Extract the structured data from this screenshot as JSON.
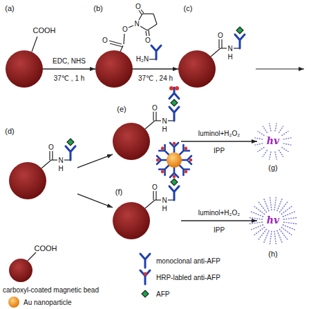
{
  "diagram": {
    "nodes": [
      {
        "text": [
          "(a)",
          "COOH"
        ]
      },
      {
        "text": [
          "(b)"
        ]
      },
      {
        "text": [
          "(c)"
        ]
      },
      {
        "text": [
          "(d)"
        ]
      },
      {
        "text": [
          "(e)"
        ]
      },
      {
        "text": [
          "(f)"
        ]
      },
      {
        "text": [
          "hv",
          "(g)"
        ]
      },
      {
        "text": [
          "hv",
          "(h)"
        ]
      }
    ],
    "edges": [
      {
        "from": 0,
        "to": 1,
        "arrow": "to",
        "label": "EDC, NHS"
      },
      {
        "from": 1,
        "to": 2,
        "arrow": "to",
        "label": "37℃ , 24 h"
      },
      {
        "from": 3,
        "to": 4,
        "arrow": "to"
      },
      {
        "from": 3,
        "to": 5,
        "arrow": "to"
      },
      {
        "from": 4,
        "to": 6,
        "arrow": "to",
        "label": "luminol+H₂O₂"
      },
      {
        "from": 5,
        "to": 7,
        "arrow": "to",
        "label": "luminol+H₂O₂"
      }
    ],
    "labels": [
      "37℃ , 1 h",
      "H₂N",
      "IPP",
      "IPP",
      "O",
      "O",
      "N",
      "O",
      "O",
      "O",
      "N",
      "H",
      "O",
      "N",
      "H",
      "O",
      "N",
      "H",
      "O",
      "N",
      "H",
      "COOH"
    ],
    "legend": [
      {
        "text": "carboxyl-coated magnetic bead"
      },
      {
        "text": "Au nanoparticle"
      },
      {
        "text": "monoclonal anti-AFP"
      },
      {
        "text": "HRP-labled anti-AFP"
      },
      {
        "text": "AFP"
      }
    ]
  }
}
